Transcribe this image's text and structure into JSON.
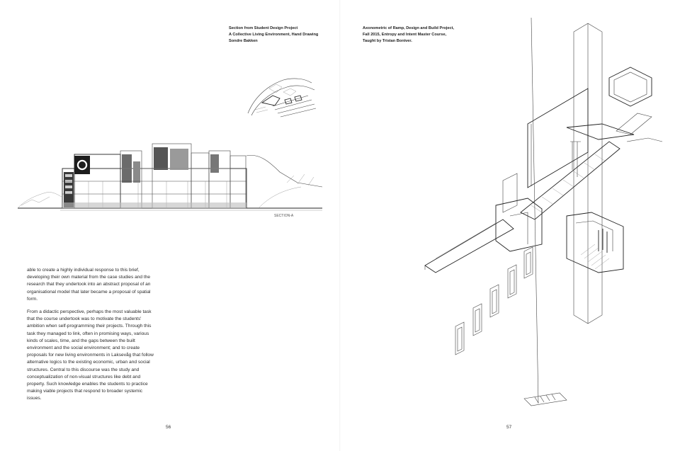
{
  "left_page": {
    "caption_lines": [
      "Section from Student Design Project",
      "A Collective Living Environment, Hand Drawing",
      "Sondre Bakken"
    ],
    "body_paragraphs": [
      "able to create a highly individual response to this brief, developing their own material from the case studies and the research that they undertook into an abstract proposal of an organisational model that later became a proposal of spatial form.",
      "From a didactic perspective, perhaps the most valuable task that the course undertook was to motivate the students' ambition when self-programming their projects. Through this task they managed to link, often in promising ways, various kinds of scales, time, and the gaps between the built environment and the social environment; and to create proposals for new living environments in Laksevåg that follow alternative logics to the existing economic, urban and social structures. Central to this discourse was the study and conceptualization of non-visual structures like debt and property. Such knowledge enables the students to practice making viable projects that respond to broader systemic issues."
    ],
    "drawing_label": "SECTION-A",
    "page_number": "56"
  },
  "right_page": {
    "caption_lines": [
      "Axonometric of Ramp, Design and Build Project,",
      "Fall 2015, Entropy and Intent Master Course,",
      "Taught by Tristan Boniver."
    ],
    "page_number": "57"
  }
}
